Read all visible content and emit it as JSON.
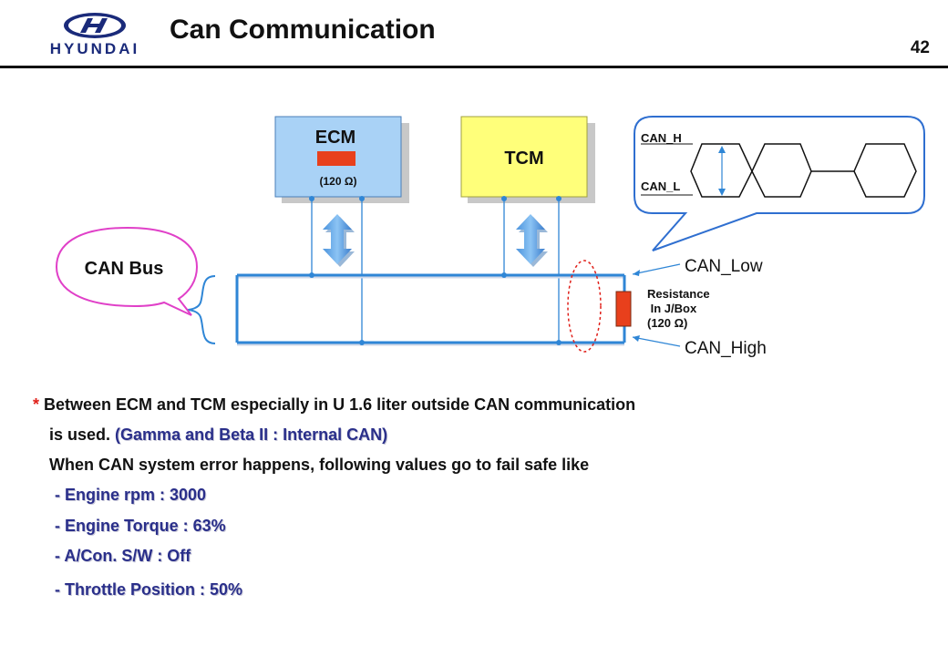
{
  "header": {
    "brand": "HYUNDAI",
    "title": "Can Communication",
    "page_number": "42"
  },
  "diagram": {
    "ecm": {
      "label": "ECM",
      "resistance": "(120 Ω)",
      "fill": "#a9d2f6"
    },
    "tcm": {
      "label": "TCM",
      "fill": "#ffff7a"
    },
    "callout_label": "CAN Bus",
    "waveform": {
      "can_h": "CAN_H",
      "can_l": "CAN_L"
    },
    "line_labels": {
      "low": "CAN_Low",
      "high": "CAN_High"
    },
    "jbox_resistance": [
      "Resistance",
      " In J/Box",
      "(120 Ω)"
    ],
    "colors": {
      "bus_line": "#2f86d6",
      "resistor": "#e8401c",
      "callout_border": "#e040c8",
      "accent_red": "#e0201a"
    }
  },
  "notes": {
    "star": "*",
    "line1": "Between ECM and TCM especially in U 1.6 liter outside CAN communication",
    "line2_prefix": "is used.",
    "line2_paren": "(Gamma and Beta II : Internal CAN)",
    "line3": "When CAN system error happens, following values go to fail safe like",
    "items": [
      "- Engine rpm : 3000",
      "- Engine Torque : 63%",
      "- A/Con. S/W : Off",
      "- Throttle Position : 50%"
    ]
  }
}
